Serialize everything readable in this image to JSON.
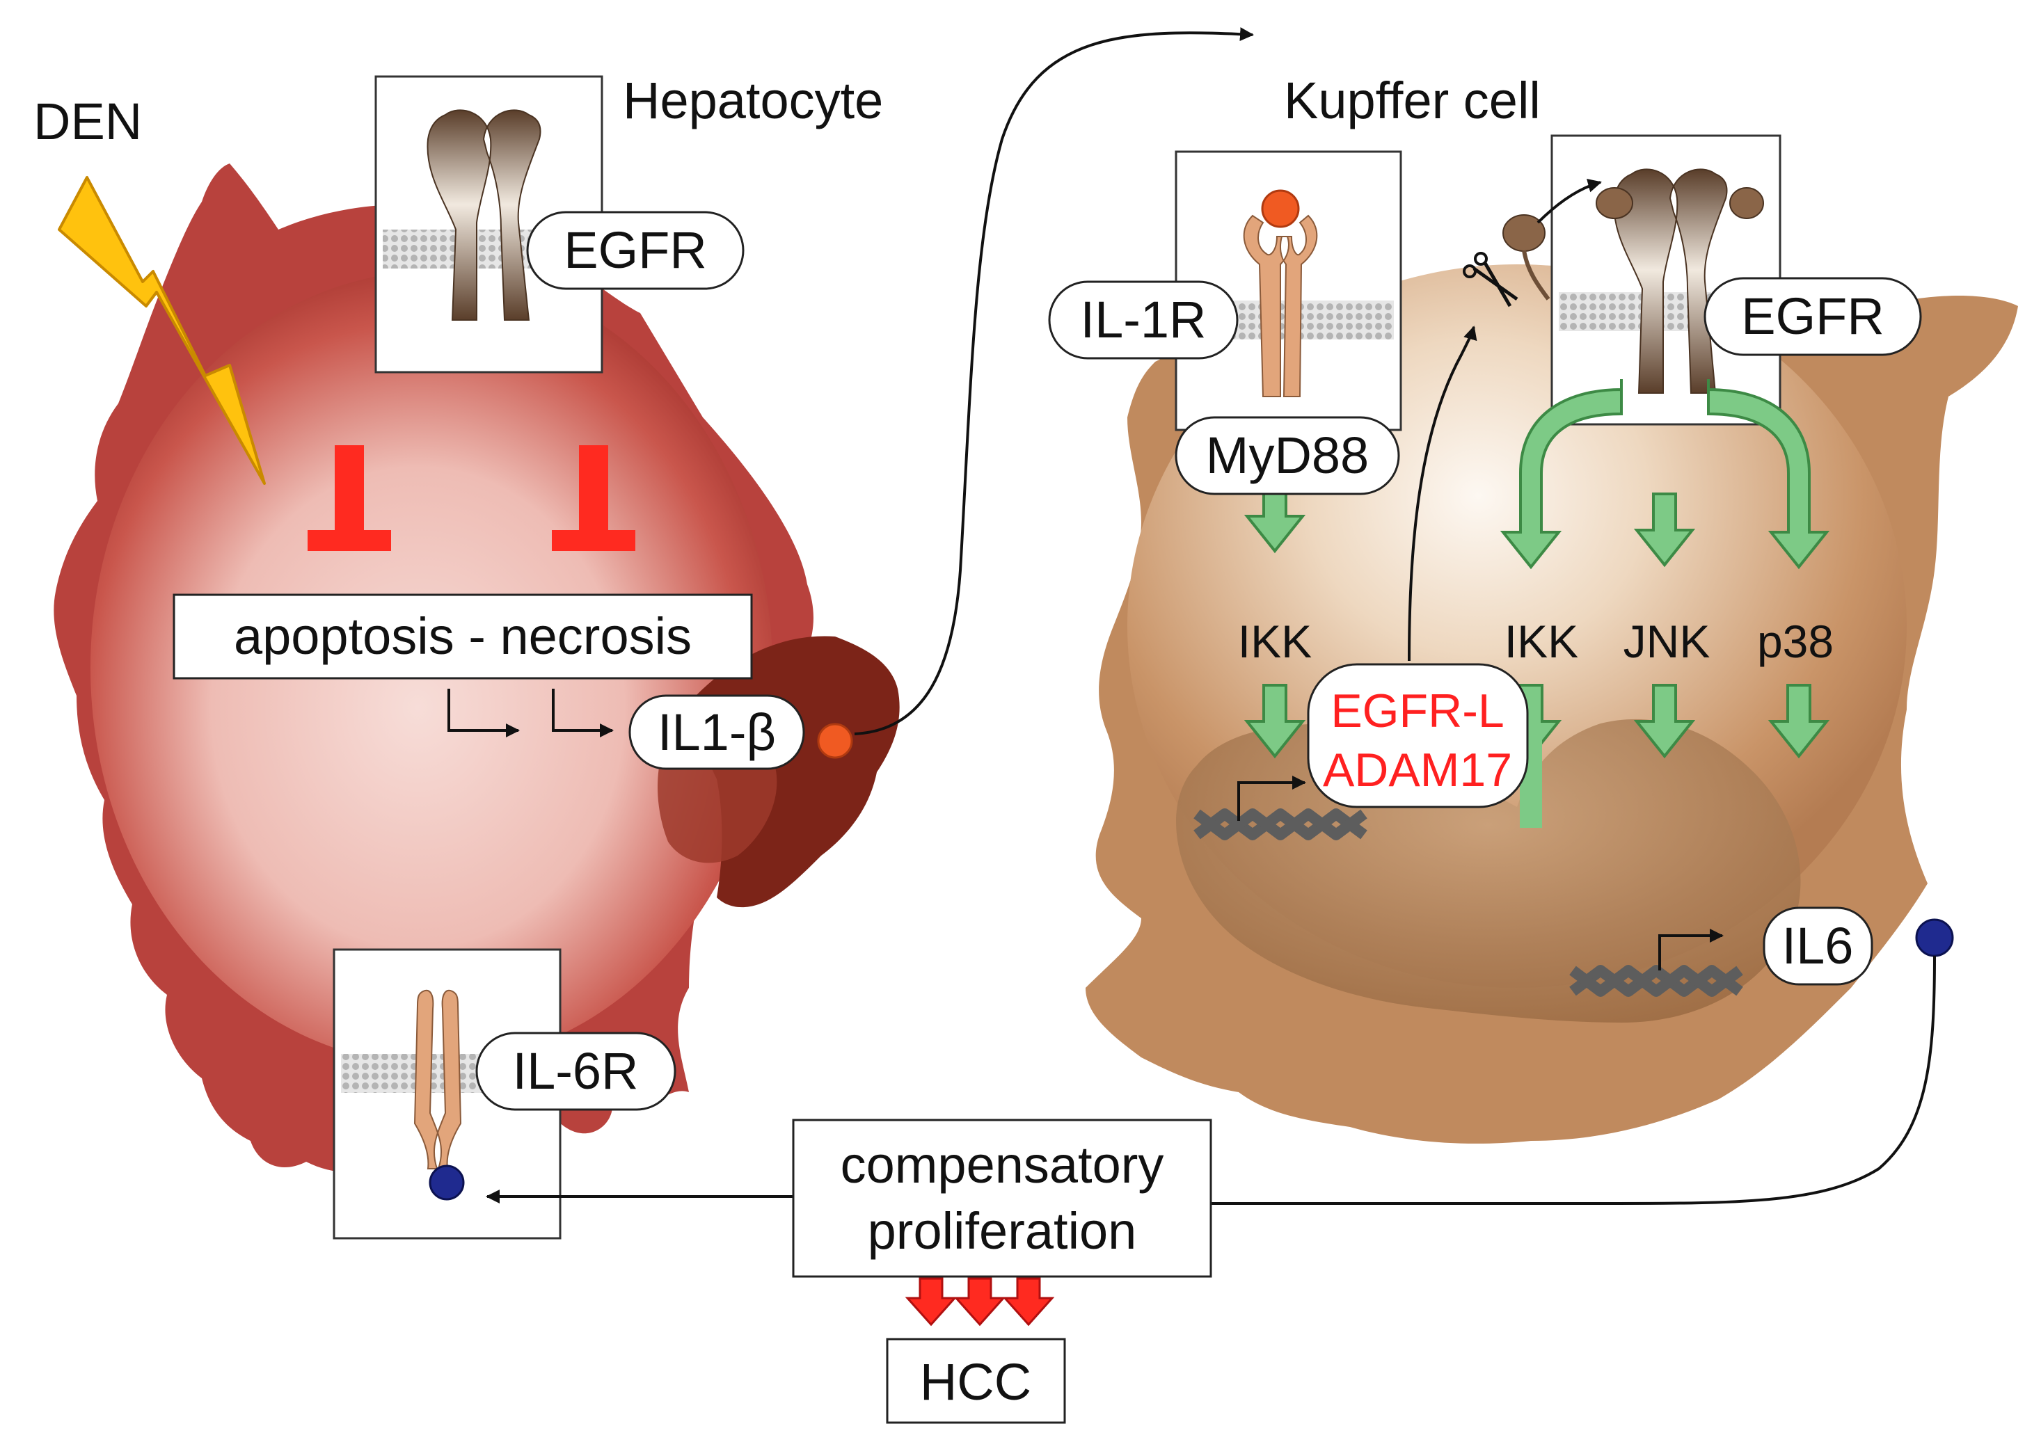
{
  "labels": {
    "den": "DEN",
    "hepatocyte": "Hepatocyte",
    "kupffer_cell": "Kupffer cell",
    "egfr_hepatocyte": "EGFR",
    "egfr_kupffer": "EGFR",
    "apoptosis_necrosis": "apoptosis - necrosis",
    "il1_beta": "IL1-β",
    "il1r": "IL-1R",
    "myd88": "MyD88",
    "ikk_left": "IKK",
    "ikk_right": "IKK",
    "jnk": "JNK",
    "p38": "p38",
    "egfr_l": "EGFR-L",
    "adam17": "ADAM17",
    "il6": "IL6",
    "il6r": "IL-6R",
    "compensatory": "compensatory",
    "proliferation": "proliferation",
    "hcc": "HCC"
  },
  "colors": {
    "hepatocyte_body": "#b8423d",
    "hepatocyte_core": "#f7ddd8",
    "hepatocyte_lobe": "#7c2418",
    "kupffer_body": "#c08a5e",
    "kupffer_core": "#fbf3ea",
    "nucleus": "#a8764d",
    "signal_green": "#7dca86",
    "signal_green_edge": "#3d8a45",
    "inhibit_red": "#ff2a20",
    "accent_red_text": "#ff2020",
    "il1b_ball": "#f05a22",
    "il6_ball": "#1f2a8f",
    "receptor_brown": "#6d4f37",
    "receptor_tan": "#e2a57b",
    "membrane_grey": "#a9a9a9",
    "dna_grey": "#5d5d5d"
  }
}
